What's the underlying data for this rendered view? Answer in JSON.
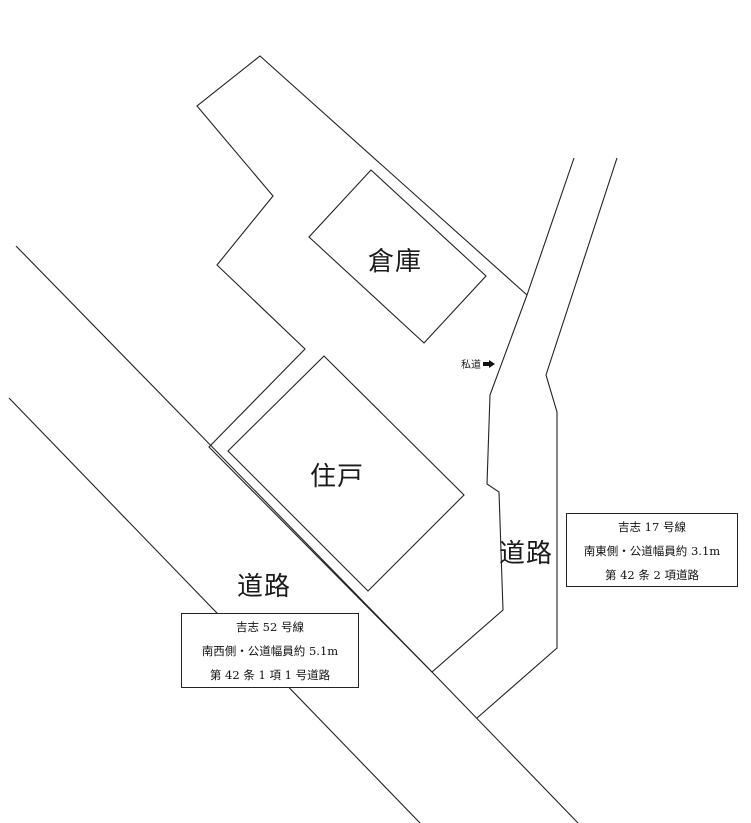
{
  "labels": {
    "warehouse": "倉庫",
    "house": "住戸",
    "road_southwest": "道路",
    "road_southeast": "道路",
    "private_road": "私道"
  },
  "info_boxes": {
    "southwest": {
      "line1": "吉志 52 号線",
      "line2": "南西側・公道幅員約 5.1m",
      "line3": "第 42 条 1 項 1 号道路"
    },
    "southeast": {
      "line1": "吉志 17 号線",
      "line2": "南東側・公道幅員約 3.1m",
      "line3": "第 42 条 2 項道路"
    }
  },
  "icons": {
    "private_road_arrow": "right-arrow"
  },
  "colors": {
    "line": "#222222",
    "background": "#ffffff"
  }
}
